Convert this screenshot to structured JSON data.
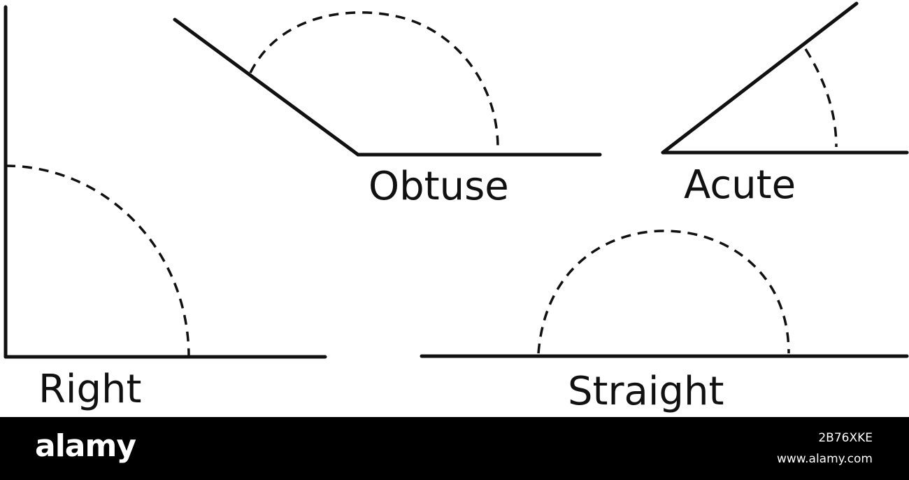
{
  "labels": {
    "obtuse": "Obtuse",
    "acute": "Acute",
    "right": "Right",
    "straight": "Straight"
  },
  "footer": {
    "brand": "alamy",
    "image_id": "2B76XKE",
    "site": "www.alamy.com"
  },
  "colors": {
    "ink": "#111111",
    "footer_bg": "#000000",
    "footer_text": "#ffffff"
  }
}
